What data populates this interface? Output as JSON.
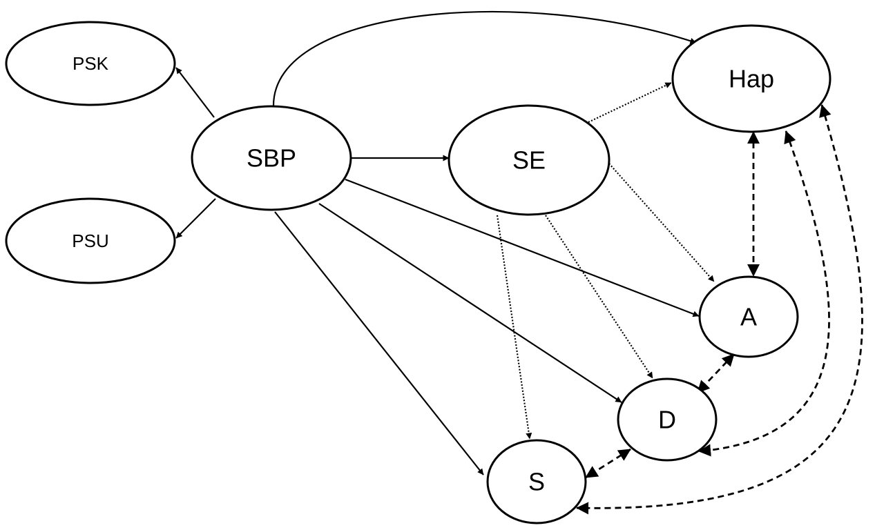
{
  "nodes": [
    {
      "id": "PSK",
      "label": "PSK"
    },
    {
      "id": "PSU",
      "label": "PSU"
    },
    {
      "id": "SBP",
      "label": "SBP"
    },
    {
      "id": "SE",
      "label": "SE"
    },
    {
      "id": "Hap",
      "label": "Hap"
    },
    {
      "id": "A",
      "label": "A"
    },
    {
      "id": "D",
      "label": "D"
    },
    {
      "id": "S",
      "label": "S"
    }
  ],
  "edges": [
    {
      "from": "SBP",
      "to": "PSK",
      "style": "solid",
      "direction": "forward"
    },
    {
      "from": "SBP",
      "to": "PSU",
      "style": "solid",
      "direction": "forward"
    },
    {
      "from": "SBP",
      "to": "Hap",
      "style": "solid",
      "direction": "forward"
    },
    {
      "from": "SBP",
      "to": "SE",
      "style": "solid",
      "direction": "forward"
    },
    {
      "from": "SBP",
      "to": "A",
      "style": "solid",
      "direction": "forward"
    },
    {
      "from": "SBP",
      "to": "D",
      "style": "solid",
      "direction": "forward"
    },
    {
      "from": "SBP",
      "to": "S",
      "style": "solid",
      "direction": "forward"
    },
    {
      "from": "SE",
      "to": "Hap",
      "style": "dotted",
      "direction": "forward"
    },
    {
      "from": "SE",
      "to": "A",
      "style": "dotted",
      "direction": "forward"
    },
    {
      "from": "SE",
      "to": "D",
      "style": "dotted",
      "direction": "forward"
    },
    {
      "from": "SE",
      "to": "S",
      "style": "dotted",
      "direction": "forward"
    },
    {
      "from": "Hap",
      "to": "A",
      "style": "dashed",
      "direction": "both"
    },
    {
      "from": "A",
      "to": "D",
      "style": "dashed",
      "direction": "both"
    },
    {
      "from": "D",
      "to": "S",
      "style": "dashed",
      "direction": "both"
    },
    {
      "from": "Hap",
      "to": "D",
      "style": "dashed",
      "direction": "both"
    },
    {
      "from": "Hap",
      "to": "S",
      "style": "dashed",
      "direction": "both"
    }
  ],
  "colors": {
    "stroke": "#000000",
    "background": "#ffffff"
  }
}
